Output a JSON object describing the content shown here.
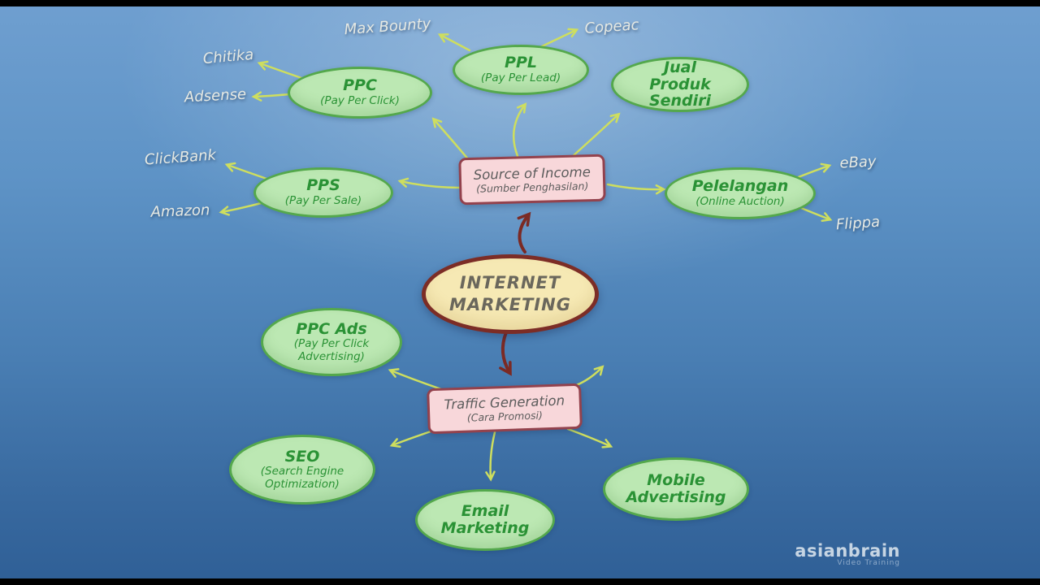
{
  "watermark": {
    "brand": "asianbrain",
    "subtitle": "Video Training"
  },
  "colors": {
    "green-fill": "#bce8b3",
    "green-border": "#54a84c",
    "green-text": "#2a9235",
    "pink-fill": "#f8d7da",
    "pink-border": "#93424d",
    "pink-text": "#5c5c5c",
    "center-fill": "#f6e9b4",
    "center-border": "#7c2d26",
    "center-text": "#6a675c",
    "arrow-green": "#cede5e",
    "arrow-red": "#7b2a24",
    "leaf-text": "#e6e9e3"
  },
  "diagram": {
    "center": {
      "title": "INTERNET MARKETING"
    },
    "branches": {
      "income": {
        "title": "Source of Income",
        "subtitle": "(Sumber Penghasilan)"
      },
      "traffic": {
        "title": "Traffic Generation",
        "subtitle": "(Cara Promosi)"
      }
    },
    "income_nodes": [
      {
        "title": "PPC",
        "subtitle": "(Pay Per Click)"
      },
      {
        "title": "PPL",
        "subtitle": "(Pay Per Lead)"
      },
      {
        "title": "Jual Produk Sendiri",
        "subtitle": ""
      },
      {
        "title": "PPS",
        "subtitle": "(Pay Per Sale)"
      },
      {
        "title": "Pelelangan",
        "subtitle": "(Online Auction)"
      }
    ],
    "traffic_nodes": [
      {
        "title": "PPC Ads",
        "subtitle": "(Pay Per Click Advertising)"
      },
      {
        "title": "SEO",
        "subtitle": "(Search Engine Optimization)"
      },
      {
        "title": "Email Marketing",
        "subtitle": ""
      },
      {
        "title": "Mobile Advertising",
        "subtitle": ""
      }
    ],
    "leaves": [
      "Max Bounty",
      "Copeac",
      "Chitika",
      "Adsense",
      "ClickBank",
      "Amazon",
      "eBay",
      "Flippa"
    ]
  }
}
